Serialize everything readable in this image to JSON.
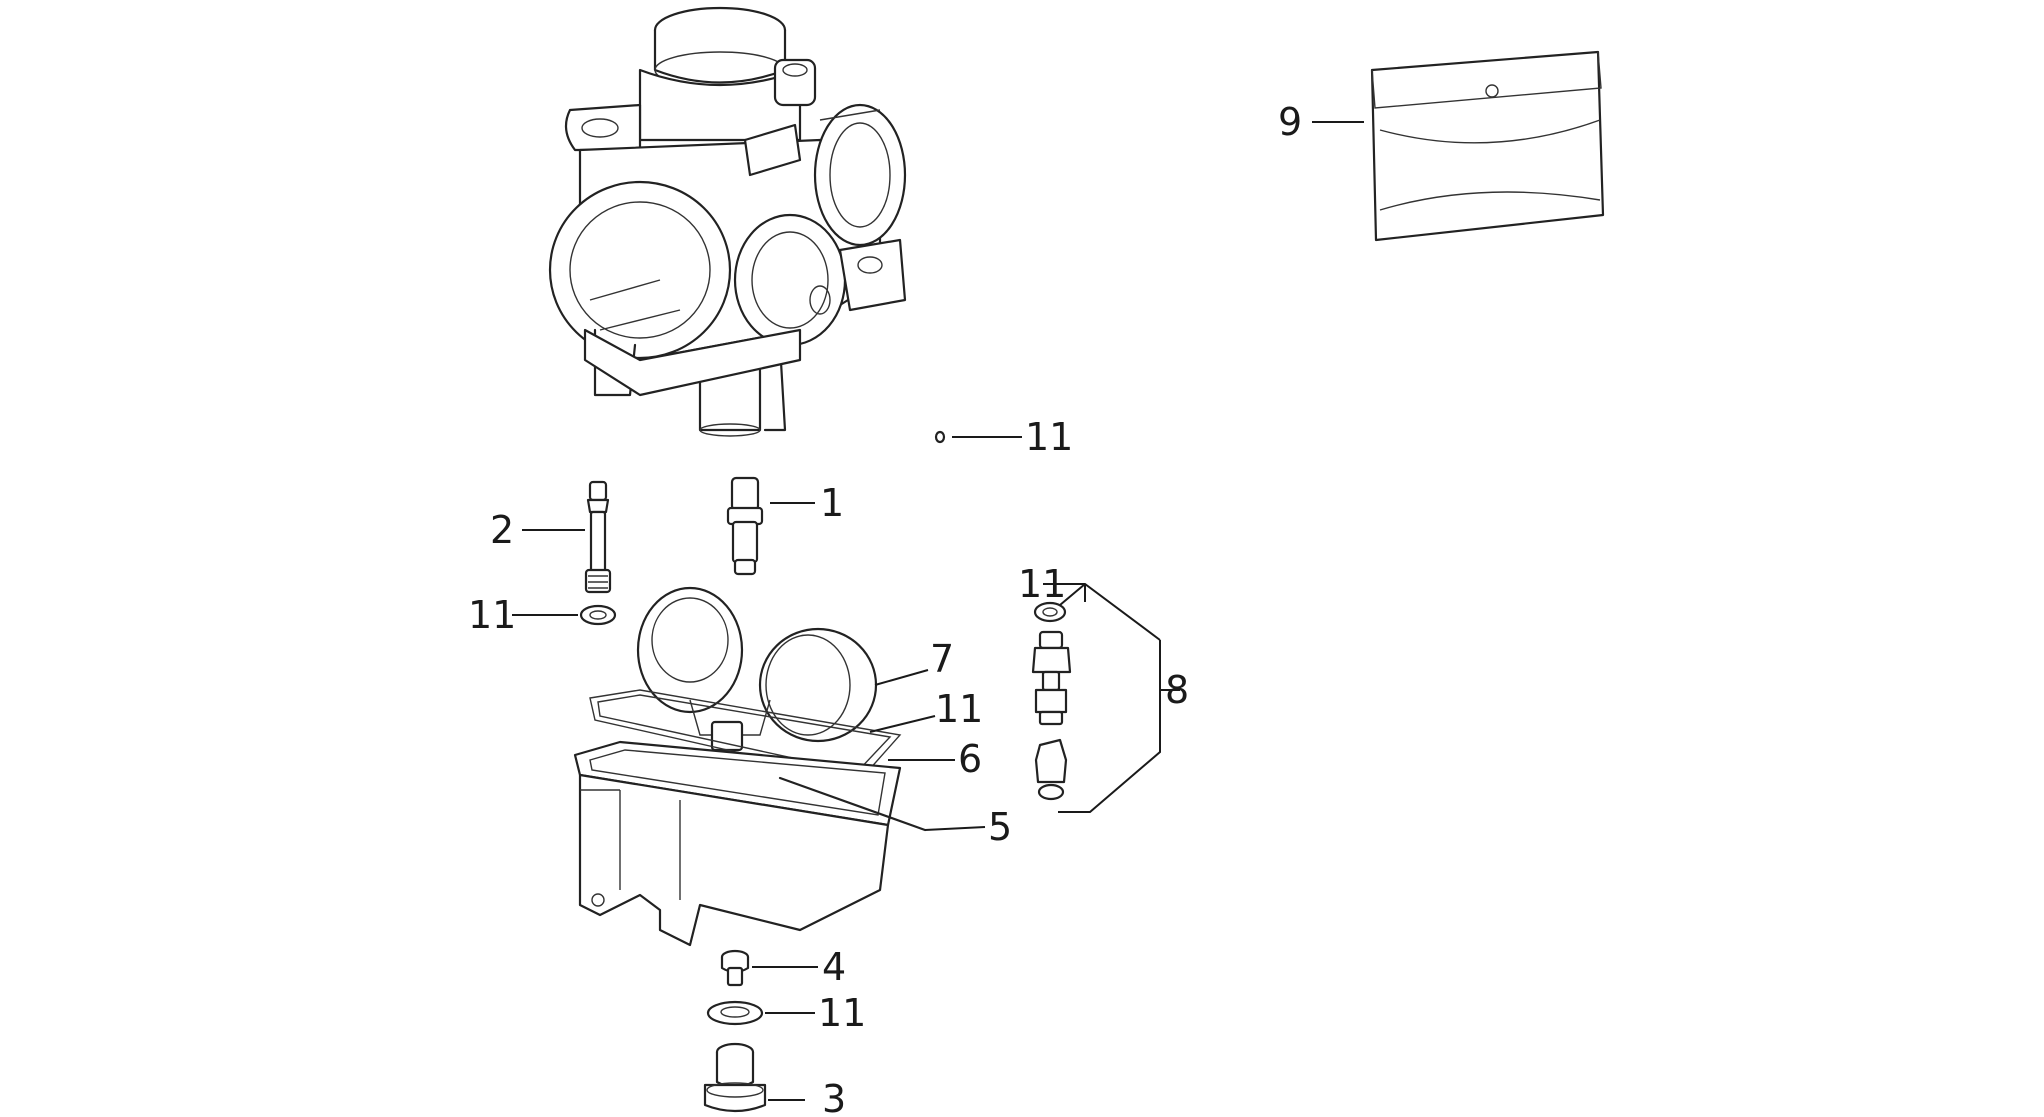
{
  "callouts": [
    {
      "id": "c1",
      "text": "1"
    },
    {
      "id": "c2",
      "text": "2"
    },
    {
      "id": "c3",
      "text": "3"
    },
    {
      "id": "c4",
      "text": "4"
    },
    {
      "id": "c5",
      "text": "5"
    },
    {
      "id": "c6",
      "text": "6"
    },
    {
      "id": "c7",
      "text": "7"
    },
    {
      "id": "c8",
      "text": "8"
    },
    {
      "id": "c9",
      "text": "9"
    },
    {
      "id": "c11a",
      "text": "11"
    },
    {
      "id": "c11b",
      "text": "11"
    },
    {
      "id": "c11c",
      "text": "11"
    },
    {
      "id": "c11d",
      "text": "11"
    },
    {
      "id": "c11e",
      "text": "11"
    }
  ]
}
